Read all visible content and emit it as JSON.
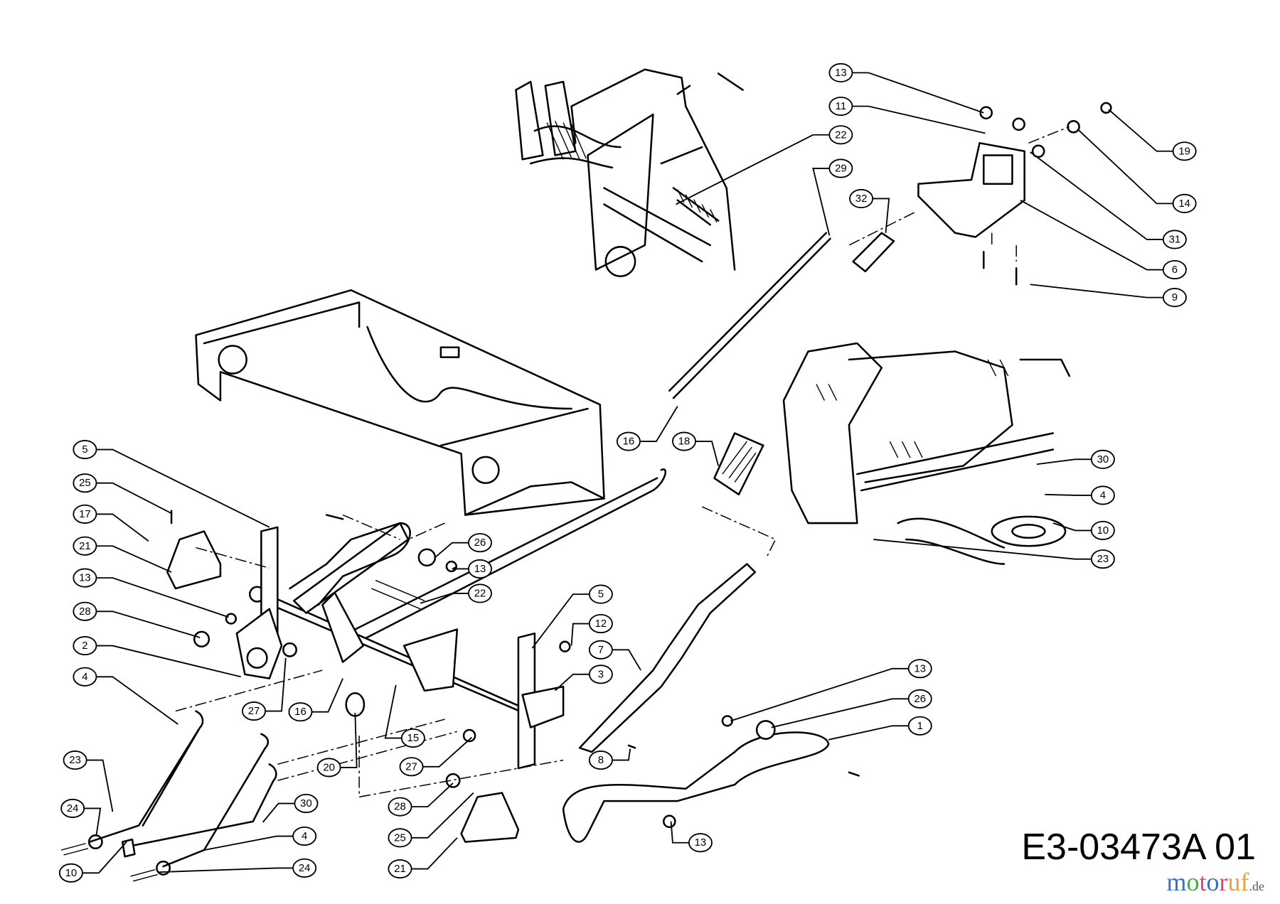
{
  "drawing_code": "E3-03473A 01",
  "watermark": {
    "text": "motoruf",
    "suffix": ".de",
    "colors": [
      "#3a6fc4",
      "#4aa84a",
      "#e0457b",
      "#3a6fc4",
      "#e0457b",
      "#e8a33a",
      "#e8a33a"
    ]
  },
  "callouts": [
    "1",
    "2",
    "3",
    "4",
    "4",
    "4",
    "5",
    "5",
    "6",
    "7",
    "8",
    "9",
    "10",
    "10",
    "11",
    "12",
    "13",
    "13",
    "13",
    "13",
    "13",
    "14",
    "15",
    "16",
    "16",
    "17",
    "18",
    "19",
    "20",
    "21",
    "21",
    "22",
    "22",
    "23",
    "23",
    "24",
    "24",
    "25",
    "25",
    "26",
    "26",
    "27",
    "27",
    "28",
    "28",
    "29",
    "30",
    "30",
    "31",
    "32"
  ]
}
